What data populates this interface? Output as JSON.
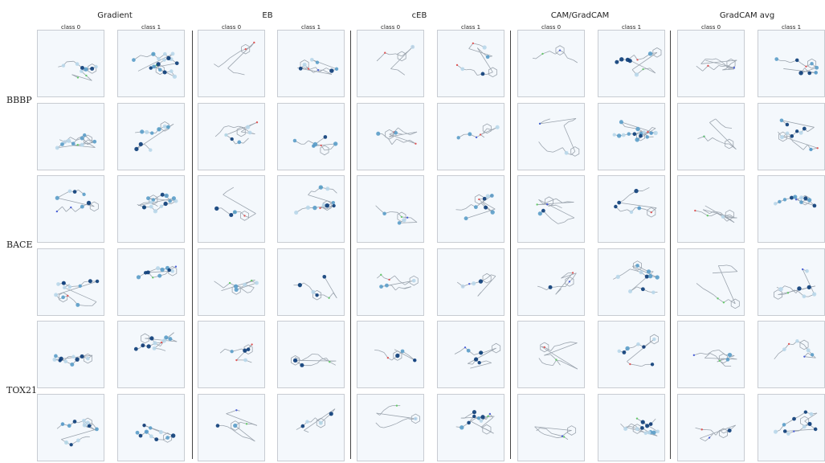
{
  "methods": [
    "Gradient",
    "EB",
    "cEB",
    "CAM/GradCAM",
    "GradCAM avg"
  ],
  "class_labels": [
    "class 0",
    "class 1"
  ],
  "datasets": [
    "BBBP",
    "BACE",
    "TOX21"
  ],
  "colors": {
    "panel_bg": "#f4f8fc",
    "bond": "#9aa3ad",
    "highlight_light": "#b9d7ea",
    "highlight_mid": "#5b9dc9",
    "highlight_dark": "#0b3c78",
    "heteroatom_red": "#e05656",
    "heteroatom_blue": "#4a5fd8",
    "fluorine_green": "#66c96a"
  }
}
